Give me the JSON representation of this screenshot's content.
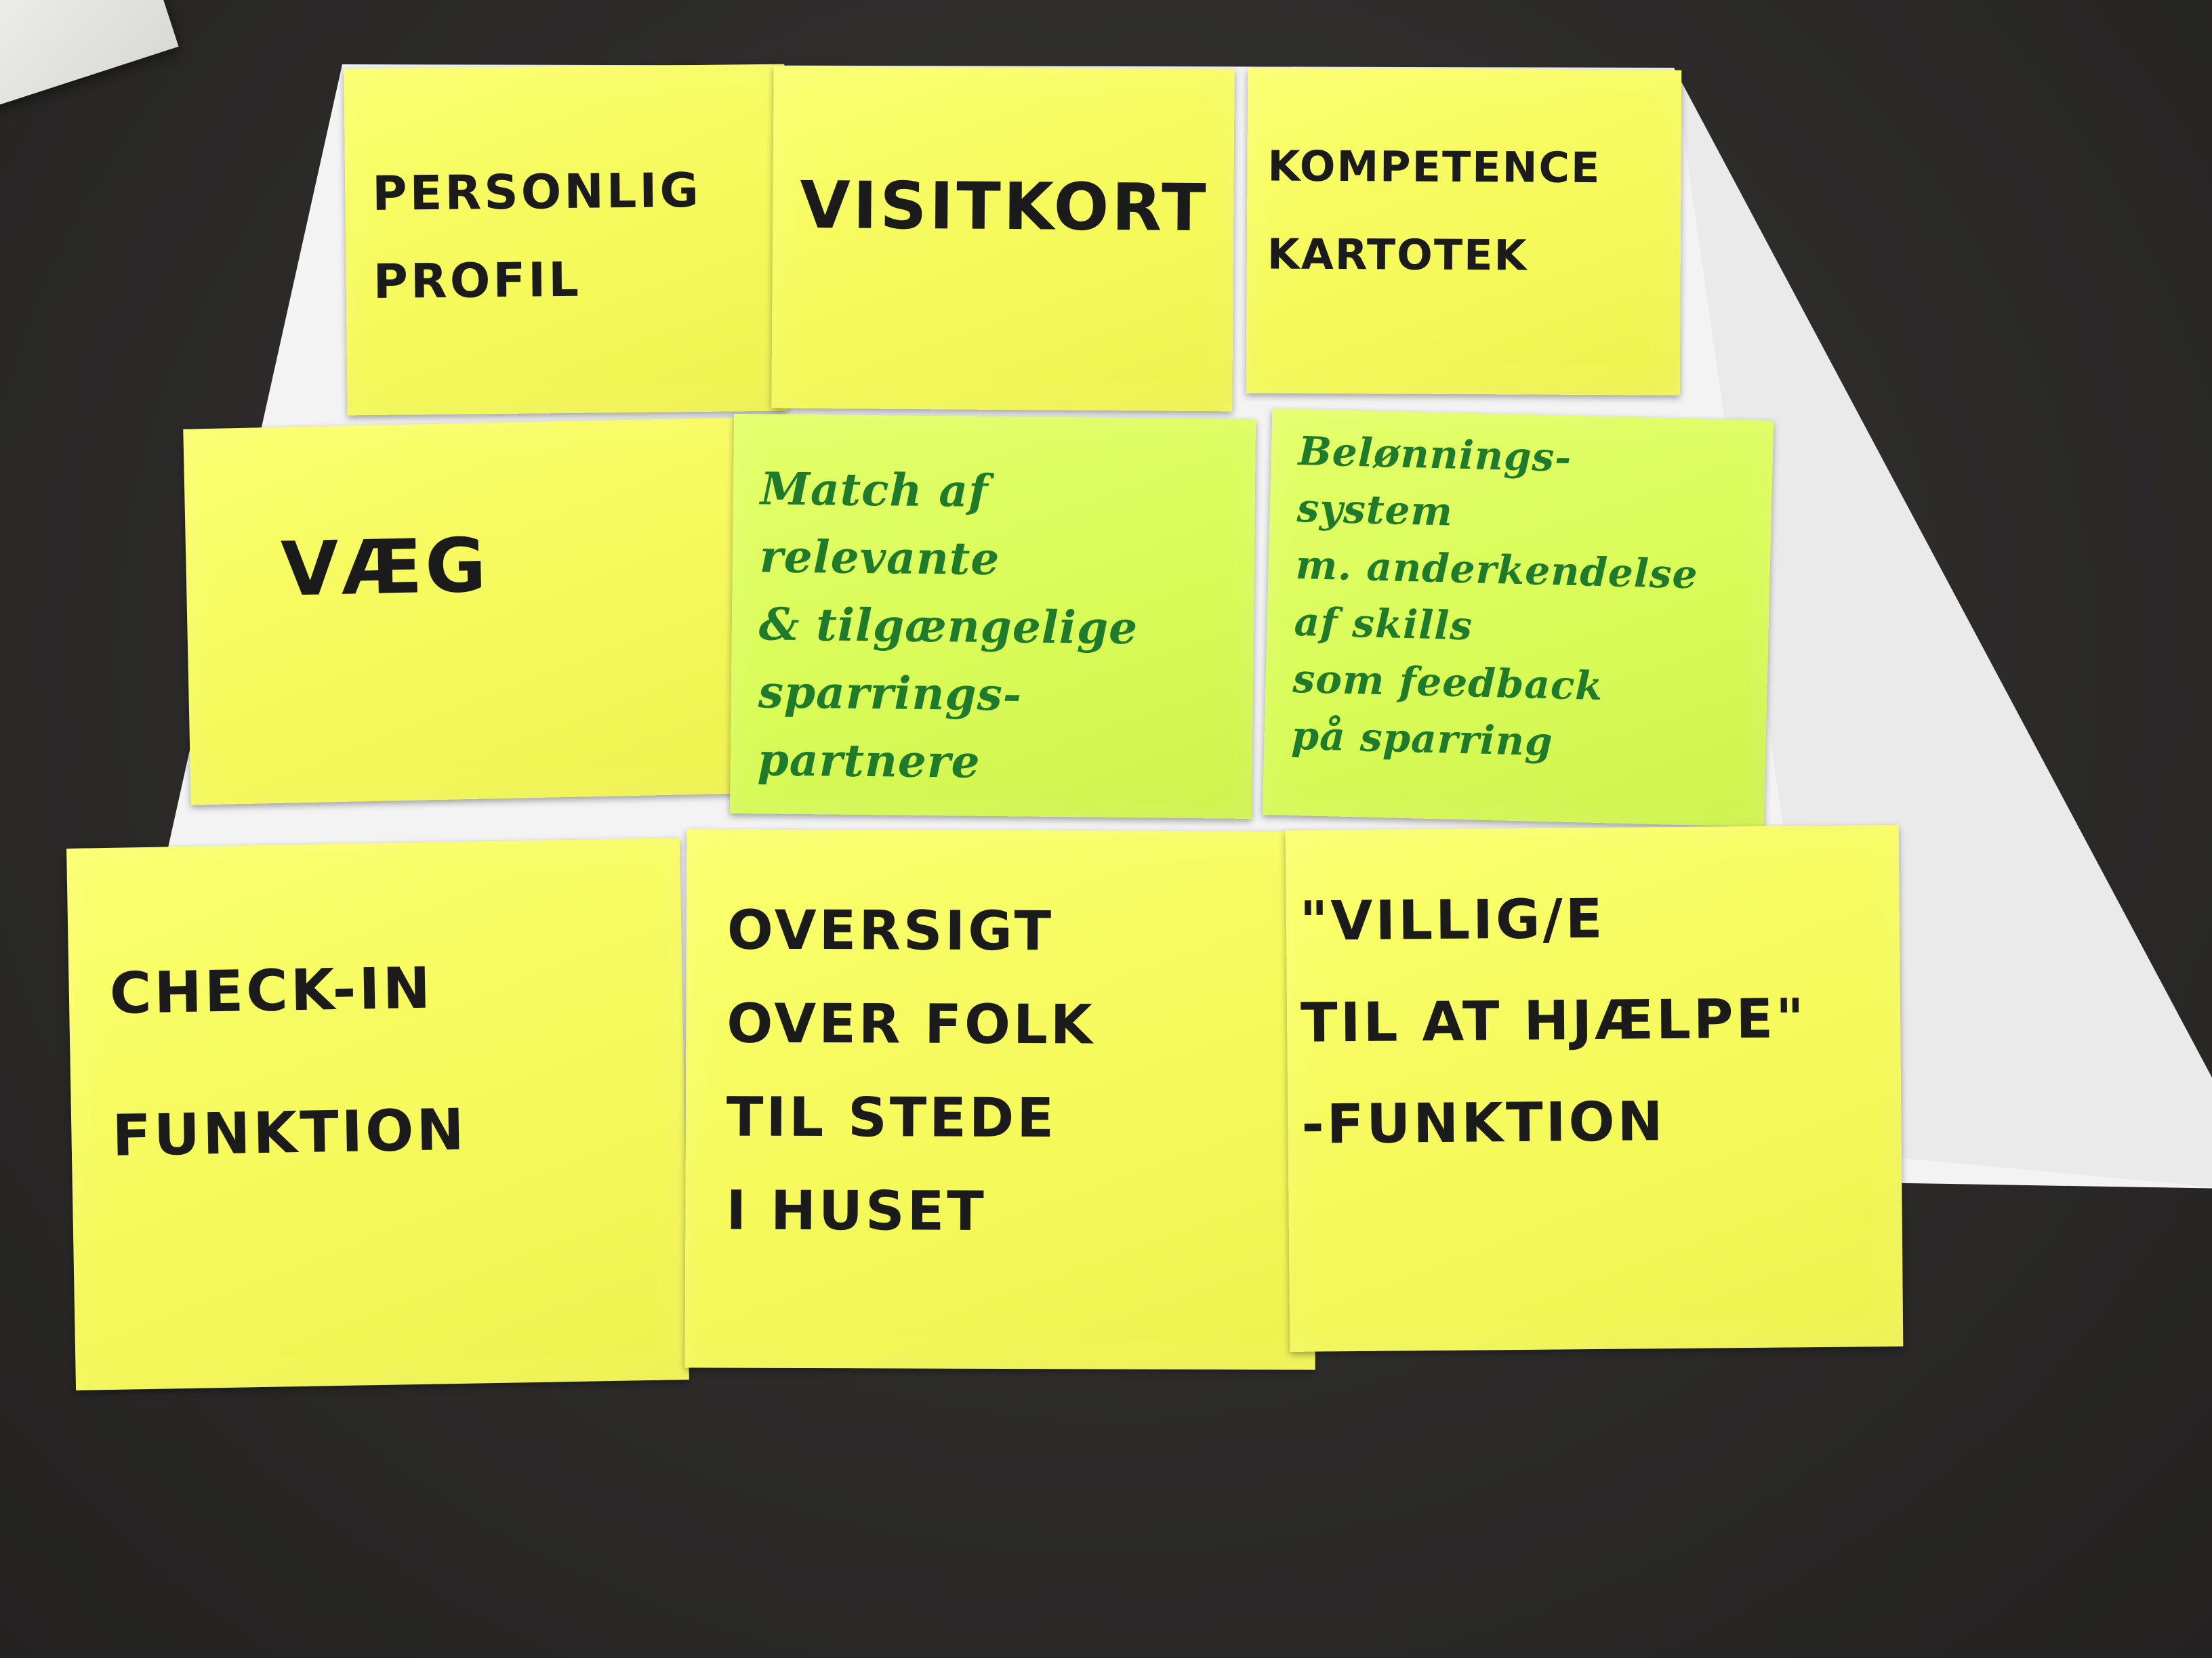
{
  "notes": [
    {
      "id": "personlig-profil",
      "text": "PERSONLIG\nPROFIL"
    },
    {
      "id": "visitkort",
      "text": "VISITKORT"
    },
    {
      "id": "kompetence-kartotek",
      "text": "KOMPETENCE\nKARTOTEK"
    },
    {
      "id": "vaeg",
      "text": "VÆG"
    },
    {
      "id": "match",
      "text": "Match af\nrelevante\n& tilgængelige\nsparrings-\npartnere"
    },
    {
      "id": "belonnings",
      "text": "Belønnings-\nsystem\nm. anderkendelse\naf skills\nsom feedback\npå sparring"
    },
    {
      "id": "check-in",
      "text": "CHECK-IN\nFUNKTION"
    },
    {
      "id": "oversigt",
      "text": "OVERSIGT\nOVER FOLK\nTIL STEDE\nI HUSET"
    },
    {
      "id": "villig",
      "text": "\"VILLIG/E\nTIL AT HJÆLPE\"\n-FUNKTION"
    }
  ],
  "colors": {
    "table": "#2c2b2a",
    "paper": "#f2f2f2",
    "note_yellow": "#f5f95a",
    "note_green": "#d9fb58",
    "ink_black": "#1b1b1b",
    "ink_green": "#1f7a2c"
  }
}
